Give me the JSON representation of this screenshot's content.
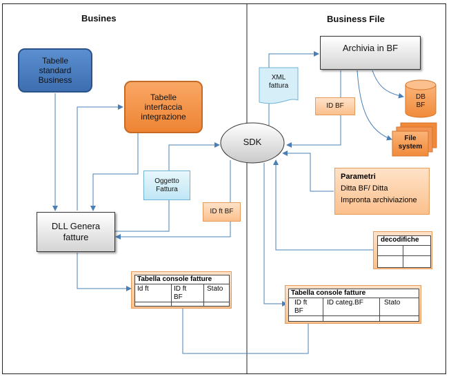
{
  "headers": {
    "left": "Busines",
    "right": "Business File"
  },
  "nodes": {
    "tabelle_standard": "Tabelle standard Business",
    "tabelle_interfaccia": "Tabelle interfaccia integrazione",
    "dll": "DLL Genera fatture",
    "sdk": "SDK",
    "archivia": "Archivia in BF",
    "xml": "XML fattura",
    "oggetto": "Oggetto Fattura",
    "id_bf": "ID BF",
    "id_ft_bf": "ID ft BF",
    "db_bf": "DB BF",
    "file_system": "File system"
  },
  "parametri": {
    "title": "Parametri",
    "line1": "Ditta BF/ Ditta",
    "line2": "Impronta archiviazione"
  },
  "decodifiche": {
    "title": "decodifiche"
  },
  "tabella_left": {
    "title": "Tabella console fatture",
    "columns": [
      "Id ft",
      "ID ft BF",
      "Stato"
    ]
  },
  "tabella_right": {
    "title": "Tabella console  fatture",
    "columns": [
      "ID ft BF",
      "ID categ.BF",
      "Stato"
    ]
  },
  "colors": {
    "blue": "#4a7ec1",
    "orange": "#f79646",
    "line": "#4a7fb5"
  }
}
